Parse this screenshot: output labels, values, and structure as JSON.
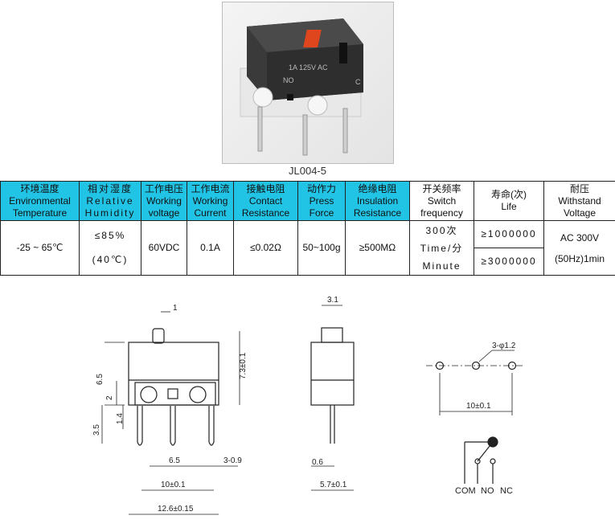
{
  "model": "JL004-5",
  "photo": {
    "marking_1": "1A 125V AC",
    "marking_2": "NO",
    "marking_3": "C"
  },
  "table": {
    "headers": [
      {
        "cn": "环境温度",
        "en1": "Environmental",
        "en2": "Temperature"
      },
      {
        "cn": "相对湿度",
        "en1": "Relative",
        "en2": "Humidity"
      },
      {
        "cn": "工作电压",
        "en1": "Working",
        "en2": "voltage"
      },
      {
        "cn": "工作电流",
        "en1": "Working",
        "en2": "Current"
      },
      {
        "cn": "接触电阻",
        "en1": "Contact",
        "en2": "Resistance"
      },
      {
        "cn": "动作力",
        "en1": "Press",
        "en2": "Force"
      },
      {
        "cn": "绝缘电阻",
        "en1": "Insulation",
        "en2": "Resistance"
      },
      {
        "cn": "开关频率",
        "en1": "Switch",
        "en2": "frequency"
      },
      {
        "cn": "寿命(次)",
        "en1": "Life"
      },
      {
        "cn": "耐压",
        "en1": "Withstand",
        "en2": "Voltage"
      }
    ],
    "values": {
      "temperature": "-25 ~ 65℃",
      "humidity_1": "≤85%",
      "humidity_2": "(40℃)",
      "voltage": "60VDC",
      "current": "0.1A",
      "contact_resistance": "≤0.02Ω",
      "press_force": "50~100g",
      "insulation": "≥500MΩ",
      "frequency_1": "300次",
      "frequency_2": "Time/分",
      "frequency_3": "Minute",
      "life_1": "≥1000000",
      "life_2": "≥3000000",
      "withstand_1": "AC 300V",
      "withstand_2": "(50Hz)1min"
    }
  },
  "drawing": {
    "dim_1": "1",
    "dim_6_5_v": "6.5",
    "dim_7_3": "7.3±0.1",
    "dim_2": "2",
    "dim_1_4": "1.4",
    "dim_3_5": "3.5",
    "dim_6_5_h": "6.5",
    "dim_3_0_9": "3-0.9",
    "dim_10": "10±0.1",
    "dim_12_6": "12.6±0.15",
    "dim_3_1": "3.1",
    "dim_0_6": "0.6",
    "dim_5_7": "5.7±0.1",
    "dim_3_phi": "3-φ1.2",
    "dim_10_holes": "10±0.1",
    "label_com": "COM",
    "label_no": "NO",
    "label_nc": "NC"
  }
}
